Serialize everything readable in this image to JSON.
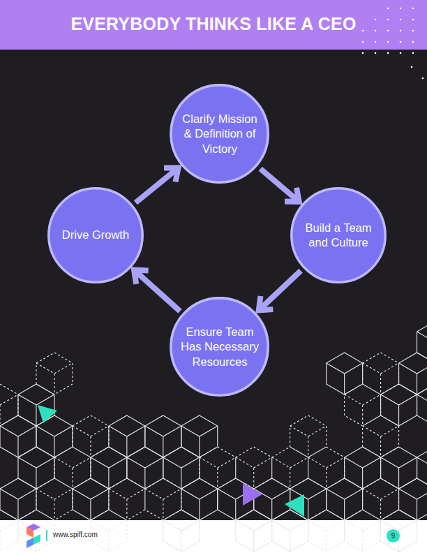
{
  "diagram": {
    "title": "EVERYBODY THINKS LIKE A CEO",
    "nodes": [
      {
        "text": [
          "Clarify Mission & Definition of Victory"
        ]
      },
      {
        "text": [
          "Build a Team and Culture"
        ]
      },
      {
        "text": [
          "Ensure Team Has Necessary Resources"
        ]
      },
      {
        "text": [
          "Drive Growth"
        ]
      }
    ],
    "edges": [
      {
        "from": 0,
        "to": 1,
        "arrow": "to"
      },
      {
        "from": 1,
        "to": 2,
        "arrow": "to"
      },
      {
        "from": 2,
        "to": 3,
        "arrow": "to"
      },
      {
        "from": 3,
        "to": 0,
        "arrow": "to"
      }
    ],
    "labels": [
      "www.spiff.com",
      "9"
    ]
  }
}
